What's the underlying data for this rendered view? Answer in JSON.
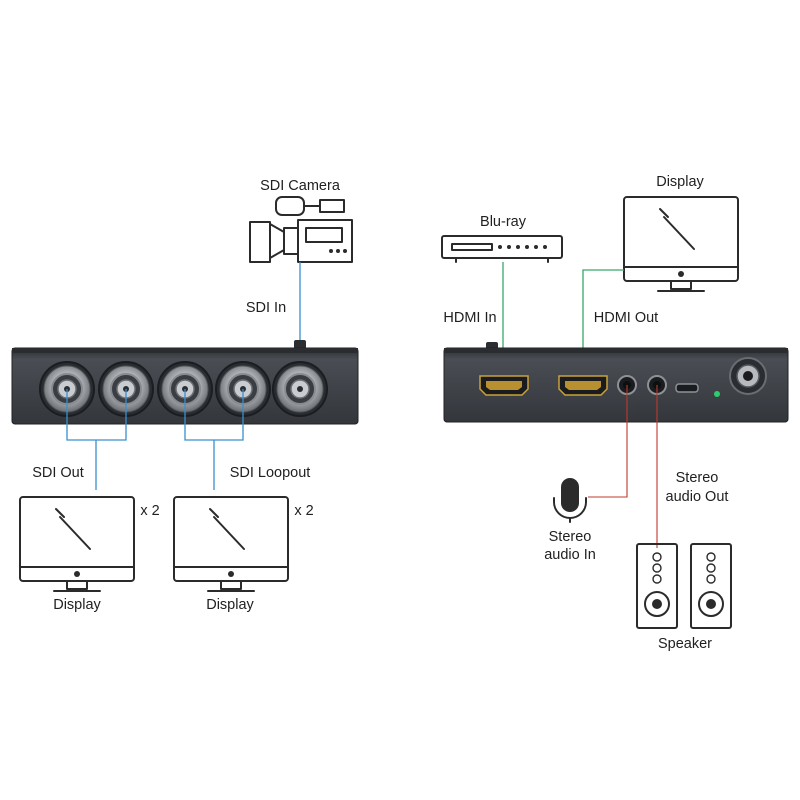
{
  "colors": {
    "sdi_line": "#3a8fd0",
    "hdmi_line": "#3aa66a",
    "audio_line": "#c0392b",
    "device_body": "#3b3f44",
    "led": "#2ecc71"
  },
  "icons": {
    "camera": "video-camera-icon",
    "bluray": "bluray-player-icon",
    "display": "monitor-icon",
    "microphone": "microphone-icon",
    "speaker": "speaker-icon"
  },
  "labels": {
    "sdi_camera": "SDI Camera",
    "sdi_in": "SDI In",
    "sdi_out": "SDI Out",
    "sdi_loopout": "SDI Loopout",
    "display_left_1": "Display",
    "display_left_2": "Display",
    "multiplier_1": "x 2",
    "multiplier_2": "x 2",
    "bluray": "Blu-ray",
    "display_right": "Display",
    "hdmi_in": "HDMI In",
    "hdmi_out": "HDMI Out",
    "stereo_audio_in_1": "Stereo",
    "stereo_audio_in_2": "audio In",
    "stereo_audio_out_1": "Stereo",
    "stereo_audio_out_2": "audio Out",
    "speaker": "Speaker"
  }
}
